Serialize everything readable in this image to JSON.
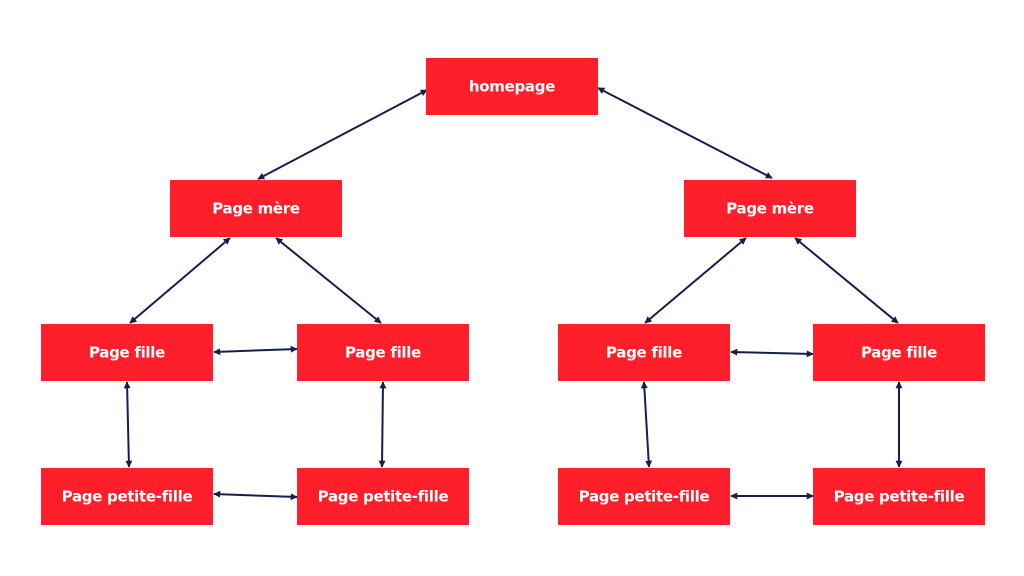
{
  "colors": {
    "node_fill": "#ff1f2b",
    "node_text": "#ffffff",
    "connector": "#13204f",
    "background": "#ffffff"
  },
  "nodes": {
    "home": "homepage",
    "mere_left": "Page mère",
    "mere_right": "Page mère",
    "fille_l1": "Page fille",
    "fille_l2": "Page fille",
    "fille_r1": "Page fille",
    "fille_r2": "Page fille",
    "petite_l1": "Page petite-fille",
    "petite_l2": "Page petite-fille",
    "petite_r1": "Page petite-fille",
    "petite_r2": "Page petite-fille"
  }
}
